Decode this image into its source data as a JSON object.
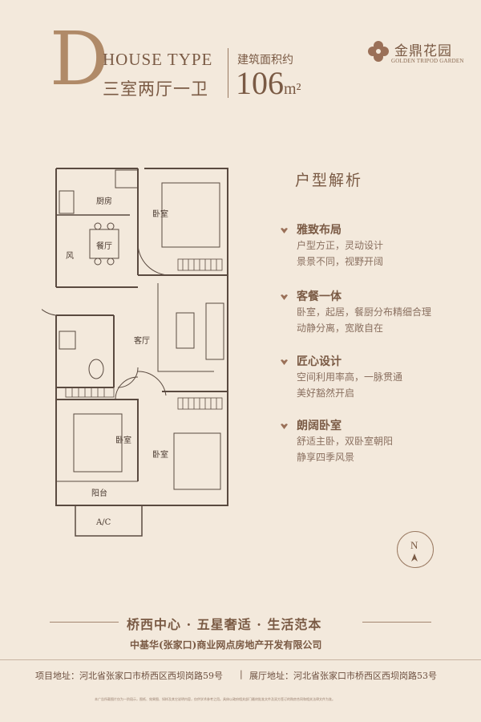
{
  "header": {
    "type_letter": "D",
    "house_type": "HOUSE TYPE",
    "rooms": "三室两厅一卫",
    "area_label": "建筑面积约",
    "area_value": "106",
    "area_unit": "m²"
  },
  "logo": {
    "name_cn": "金鼎花园",
    "name_en": "GOLDEN TRIPOD GARDEN"
  },
  "floorplan": {
    "rooms": {
      "kitchen": "厨房",
      "dining": "餐厅",
      "bedroom_ne": "卧室",
      "living": "客厅",
      "bedroom_sw": "卧室",
      "bedroom_se": "卧室",
      "balcony": "阳台",
      "ac": "A/C",
      "wind": "风"
    }
  },
  "analysis": {
    "title": "户型解析",
    "items": [
      {
        "title": "雅致布局",
        "lines": [
          "户型方正，灵动设计",
          "景景不同，视野开阔"
        ]
      },
      {
        "title": "客餐一体",
        "lines": [
          "卧室，起居，餐厨分布精细合理",
          "动静分离，宽敞自在"
        ]
      },
      {
        "title": "匠心设计",
        "lines": [
          "空间利用率高，一脉贯通",
          "美好豁然开启"
        ]
      },
      {
        "title": "朗阔卧室",
        "lines": [
          "舒适主卧，双卧室朝阳",
          "静享四季风景"
        ]
      }
    ]
  },
  "compass": {
    "label": "N"
  },
  "footer": {
    "slogan": "桥西中心  · 五星奢适  · 生活范本",
    "developer": "中基华(张家口)商业网点房地产开发有限公司",
    "project_address": "项目地址：河北省张家口市桥西区西坝岗路59号",
    "separator": "|",
    "showroom_address": "展厅地址：河北省张家口市桥西区西坝岗路53号",
    "disclaimer": "本广告所载图片仅为一阶段示，图纸、效果图、如样及其它说明内容，仅供学术参考之用。具体以政府相关部门最终批准文件及双方签订的购房合同和相关法律文件为准。"
  },
  "colors": {
    "background": "#f3e9dc",
    "text": "#7a5a44",
    "accent": "#b08a68",
    "line": "#5a4a40"
  }
}
